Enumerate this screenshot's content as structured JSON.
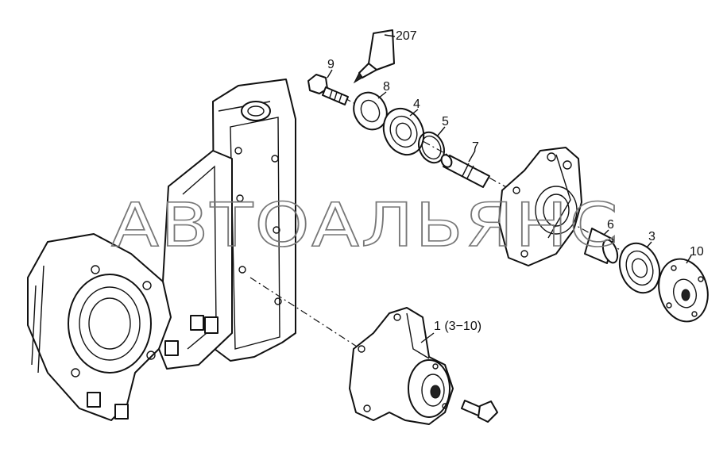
{
  "callouts": {
    "c207": "207",
    "c9": "9",
    "c8": "8",
    "c4": "4",
    "c5": "5",
    "c7": "7",
    "c6": "6",
    "c3": "3",
    "c10": "10",
    "c1": "1 (3−10)"
  },
  "watermark": "АВТОАЛЬЯНС",
  "colors": {
    "line": "#111111",
    "background": "#ffffff",
    "watermark": "#777777"
  }
}
